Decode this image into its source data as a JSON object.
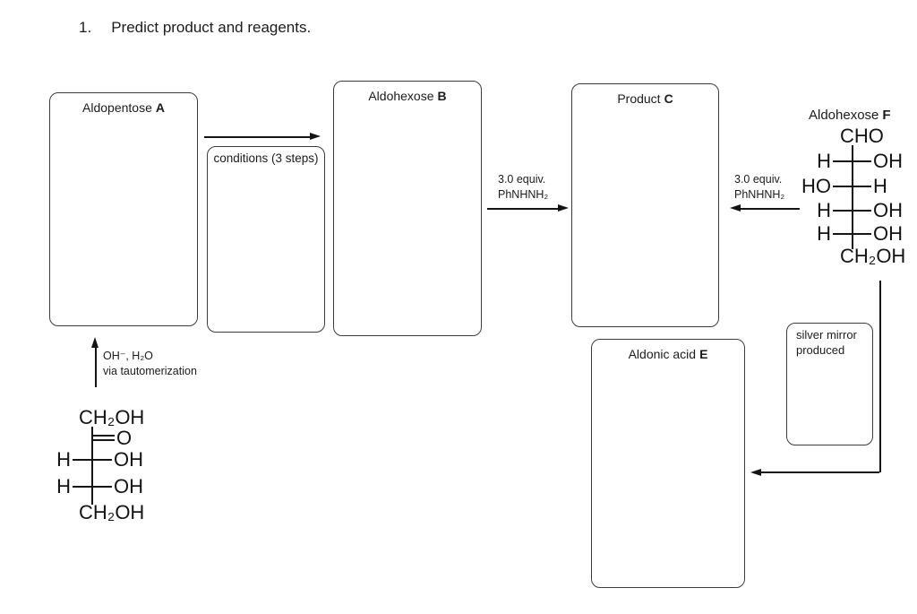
{
  "header": {
    "number": "1.",
    "text": "Predict product and reagents."
  },
  "boxes": {
    "aldopentose_a": {
      "name": "Aldopentose",
      "letter": "A"
    },
    "conditions": {
      "label": "conditions (3 steps)"
    },
    "aldohexose_b": {
      "name": "Aldohexose",
      "letter": "B"
    },
    "product_c": {
      "name": "Product",
      "letter": "C"
    },
    "aldonic_acid_e": {
      "name": "Aldonic acid",
      "letter": "E"
    },
    "silver_mirror": {
      "line1": "silver mirror",
      "line2": "produced"
    }
  },
  "labels": {
    "b_to_c_arrow": {
      "line1": "3.0 equiv.",
      "line2": "PhNHNH₂"
    },
    "f_to_c_arrow": {
      "line1": "3.0 equiv.",
      "line2": "PhNHNH₂"
    },
    "tautomerization_arrow": {
      "line1": "OH⁻, H₂O",
      "line2": "via tautomerization"
    }
  },
  "structures": {
    "ketopentose": {
      "top_group": "CH₂OH",
      "carbonyl": "O",
      "rows": [
        {
          "left": "H",
          "right": "OH"
        },
        {
          "left": "H",
          "right": "OH"
        }
      ],
      "bottom_group": "CH₂OH"
    },
    "aldohexose_f": {
      "title_name": "Aldohexose",
      "title_letter": "F",
      "top_group": "CHO",
      "rows": [
        {
          "left": "H",
          "right": "OH"
        },
        {
          "left": "HO",
          "right": "H"
        },
        {
          "left": "H",
          "right": "OH"
        },
        {
          "left": "H",
          "right": "OH"
        }
      ],
      "bottom_group": "CH₂OH"
    }
  },
  "colors": {
    "ink": "#141414",
    "box_border": "#3c3c3c"
  }
}
